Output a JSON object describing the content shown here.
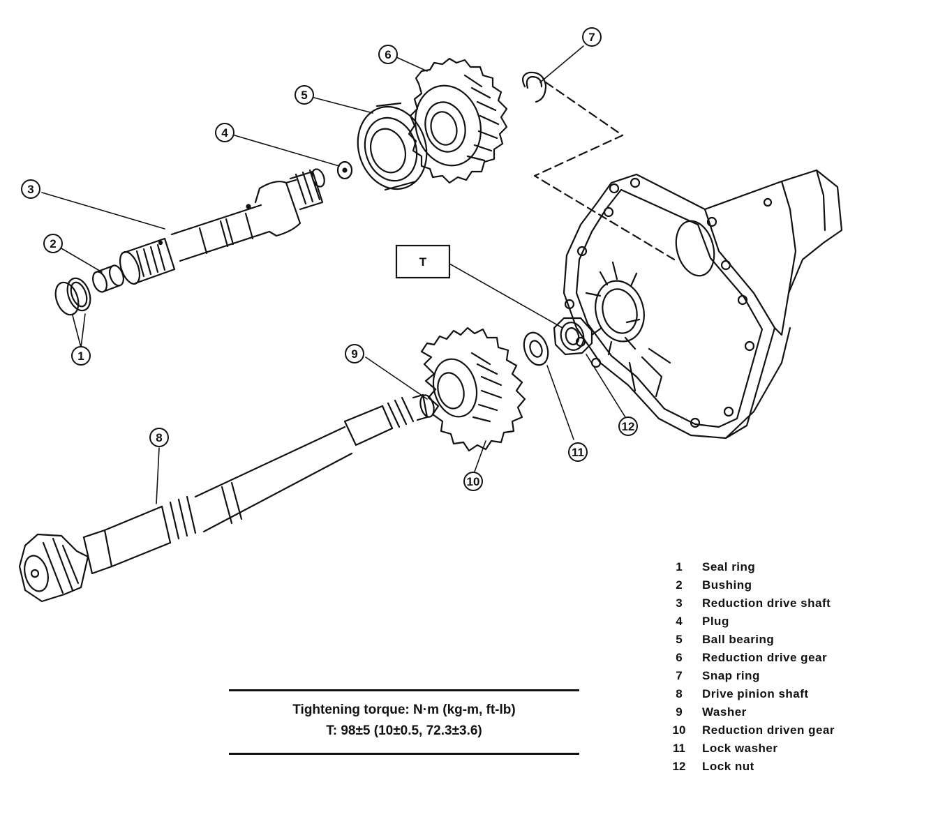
{
  "callouts": [
    {
      "num": "1"
    },
    {
      "num": "2"
    },
    {
      "num": "3"
    },
    {
      "num": "4"
    },
    {
      "num": "5"
    },
    {
      "num": "6"
    },
    {
      "num": "7"
    },
    {
      "num": "8"
    },
    {
      "num": "9"
    },
    {
      "num": "10"
    },
    {
      "num": "11"
    },
    {
      "num": "12"
    }
  ],
  "torque_box_label": "T",
  "legend": [
    {
      "num": "1",
      "label": "Seal ring"
    },
    {
      "num": "2",
      "label": "Bushing"
    },
    {
      "num": "3",
      "label": "Reduction drive shaft"
    },
    {
      "num": "4",
      "label": "Plug"
    },
    {
      "num": "5",
      "label": "Ball bearing"
    },
    {
      "num": "6",
      "label": "Reduction drive gear"
    },
    {
      "num": "7",
      "label": "Snap ring"
    },
    {
      "num": "8",
      "label": "Drive pinion shaft"
    },
    {
      "num": "9",
      "label": "Washer"
    },
    {
      "num": "10",
      "label": "Reduction driven gear"
    },
    {
      "num": "11",
      "label": "Lock washer"
    },
    {
      "num": "12",
      "label": "Lock nut"
    }
  ],
  "torque": {
    "heading": "Tightening torque:  N·m (kg-m, ft-lb)",
    "value": "T:  98±5 (10±0.5, 72.3±3.6)"
  }
}
